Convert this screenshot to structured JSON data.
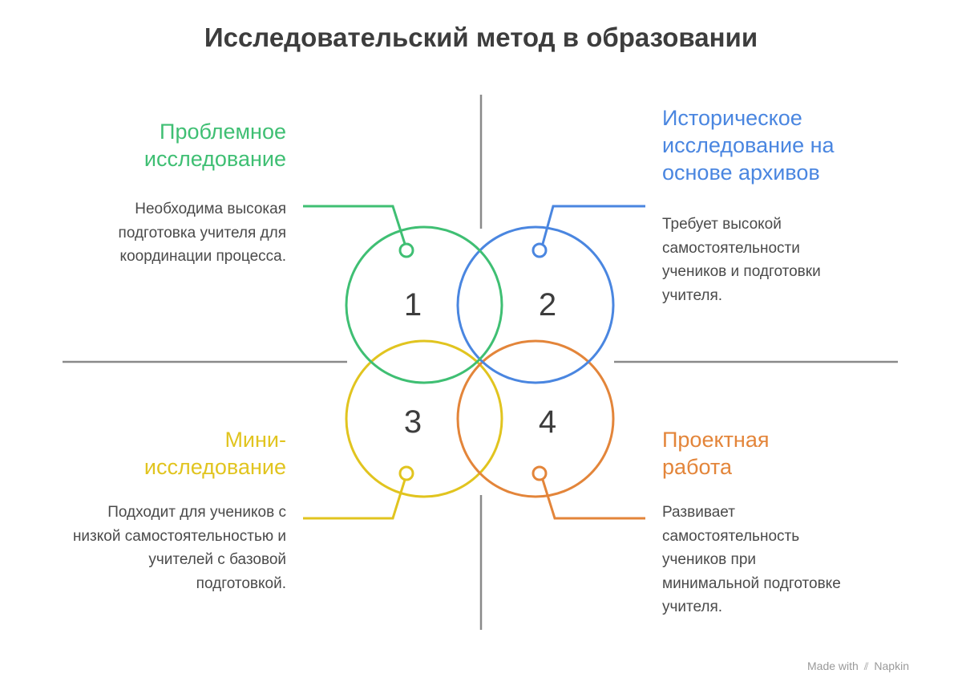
{
  "title": "Исследовательский метод в образовании",
  "colors": {
    "green": "#3fbf73",
    "blue": "#4a86e0",
    "yellow": "#e1c41f",
    "orange": "#e3853a",
    "axis": "#8a8a8a",
    "number": "#3d3d3d"
  },
  "quadrants": [
    {
      "number": "1",
      "heading": "Проблемное исследование",
      "description": "Необходима высокая подготовка учителя для координации процесса.",
      "color": "#3fbf73"
    },
    {
      "number": "2",
      "heading": "Историческое исследование на основе архивов",
      "description": "Требует высокой самостоятельности учеников и подготовки учителя.",
      "color": "#4a86e0"
    },
    {
      "number": "3",
      "heading": "Мини-исследование",
      "description": "Подходит для учеников с низкой самостоятельностью и учителей с базовой подготовкой.",
      "color": "#e1c41f"
    },
    {
      "number": "4",
      "heading": "Проектная работа",
      "description": "Развивает самостоятельность учеников при минимальной подготовке учителя.",
      "color": "#e3853a"
    }
  ],
  "footer": {
    "made_with": "Made with",
    "logo_icon": "napkin-logo-icon",
    "brand": "Napkin"
  }
}
